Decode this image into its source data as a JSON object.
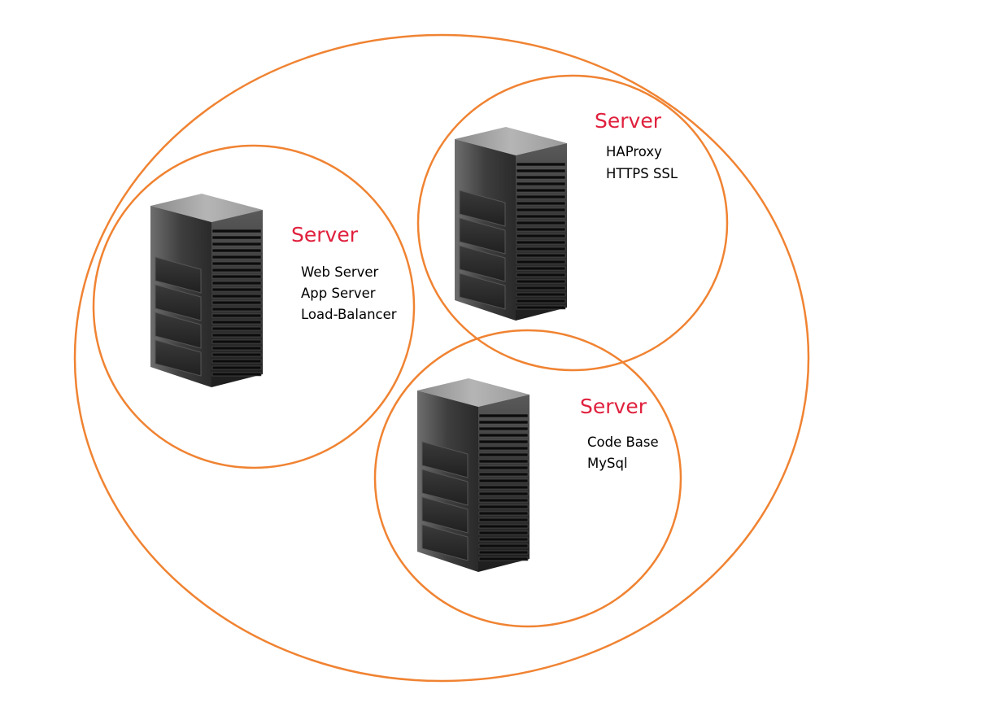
{
  "colors": {
    "ring": "#f08332",
    "title": "#e0203d",
    "text": "#000000"
  },
  "nodes": [
    {
      "icon": "server-tower-icon",
      "title": "Server",
      "roles": [
        "Web Server",
        "App Server",
        "Load-Balancer"
      ]
    },
    {
      "icon": "server-tower-icon",
      "title": "Server",
      "roles": [
        "HAProxy",
        "HTTPS SSL"
      ]
    },
    {
      "icon": "server-tower-icon",
      "title": "Server",
      "roles": [
        "Code Base",
        "MySql"
      ]
    }
  ]
}
